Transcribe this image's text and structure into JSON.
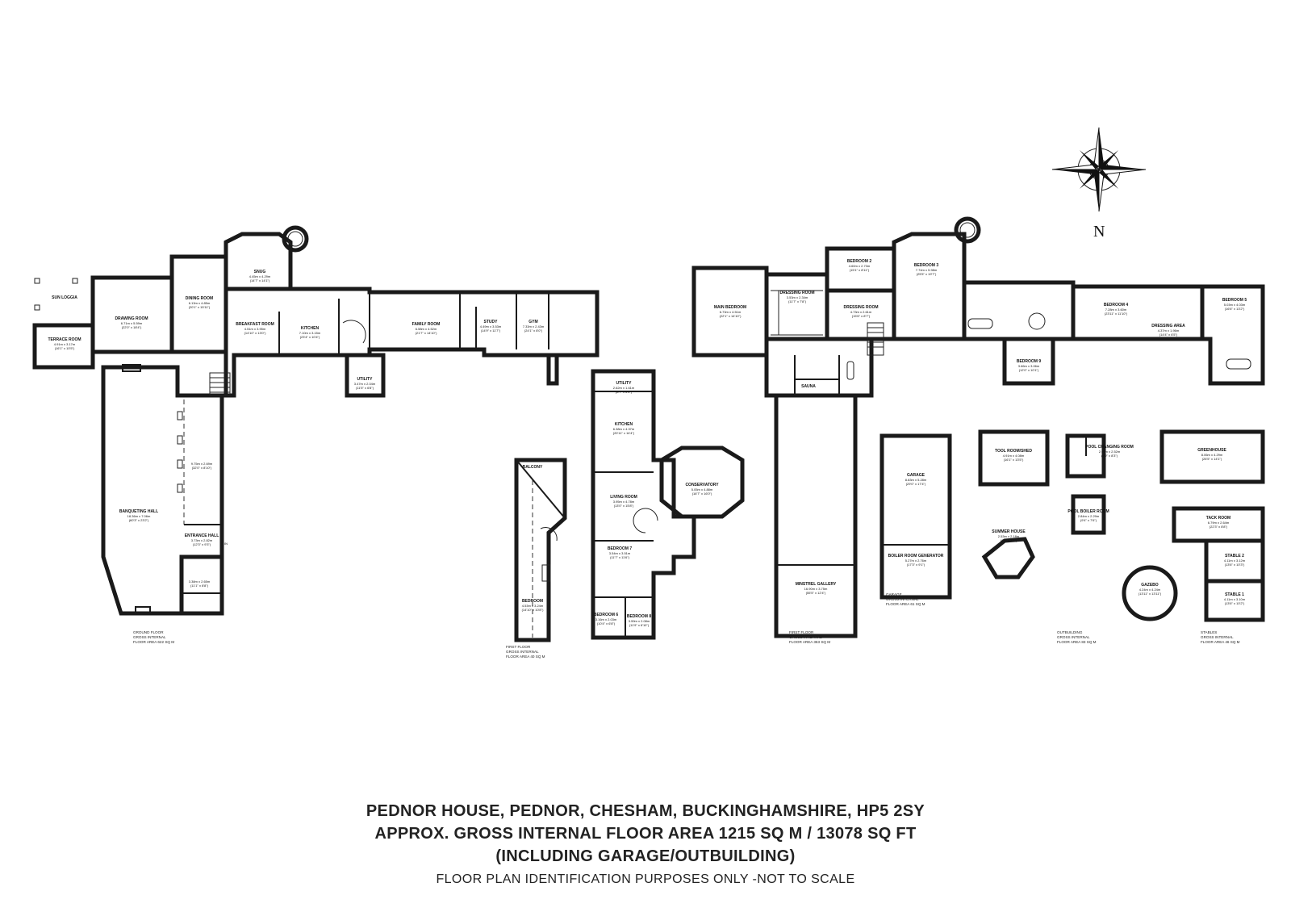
{
  "title": {
    "line1": "PEDNOR HOUSE, PEDNOR, CHESHAM, BUCKINGHAMSHIRE, HP5 2SY",
    "line2": "APPROX. GROSS INTERNAL FLOOR AREA 1215 SQ M / 13078 SQ FT",
    "line3": "(INCLUDING GARAGE/OUTBUILDING)",
    "disclaimer": "FLOOR PLAN IDENTIFICATION PURPOSES ONLY -NOT TO SCALE"
  },
  "compass": {
    "label": "N"
  },
  "entrance_label": "IN",
  "rooms": [
    {
      "name": "SUN LOGGIA",
      "dim": ""
    },
    {
      "name": "TERRACE ROOM",
      "dim": "4.91m x 3.17m (16'1\" x 10'5\")"
    },
    {
      "name": "DRAWING ROOM",
      "dim": "6.71m x 5.59m (22'0\" x 18'4\")"
    },
    {
      "name": "DINING ROOM",
      "dim": "6.13m x 4.85m (20'1\" x 15'11\")"
    },
    {
      "name": "SNUG",
      "dim": "4.45m x 4.29m (14'7\" x 14'1\")"
    },
    {
      "name": "BREAKFAST ROOM",
      "dim": "4.51m x 3.95m (14'10\" x 13'0\")"
    },
    {
      "name": "KITCHEN",
      "dim": "7.10m x 3.15m (23'4\" x 10'4\")"
    },
    {
      "name": "UTILITY",
      "dim": "3.47m x 2.04m (11'5\" x 6'8\")"
    },
    {
      "name": "FAMILY ROOM",
      "dim": "6.58m x 4.52m (21'7\" x 14'10\")"
    },
    {
      "name": "STUDY",
      "dim": "4.49m x 3.53m (14'9\" x 11'7\")"
    },
    {
      "name": "GYM",
      "dim": "7.33m x 2.43m (24'1\" x 8'0\")"
    },
    {
      "name": "BANQUETING HALL",
      "dim": "18.36m x 7.06m (60'3\" x 23'2\")"
    },
    {
      "name": "",
      "dim": "9.75m x 2.69m (32'0\" x 8'10\")"
    },
    {
      "name": "ENTRANCE HALL",
      "dim": "3.73m x 2.82m (12'3\" x 9'3\")"
    },
    {
      "name": "",
      "dim": "3.38m x 2.65m (11'1\" x 8'8\")"
    },
    {
      "name": "UTILITY",
      "dim": "2.62m x 1.61m (8'7\" x 5'3\")"
    },
    {
      "name": "KITCHEN",
      "dim": "6.38m x 4.37m (20'11\" x 14'4\")"
    },
    {
      "name": "CONSERVATORY",
      "dim": "5.05m x 4.88m (16'7\" x 16'0\")"
    },
    {
      "name": "LIVING ROOM",
      "dim": "3.95m x 4.78m (13'0\" x 15'8\")"
    },
    {
      "name": "BEDROOM 7",
      "dim": "3.54m x 3.51m (11'7\" x 11'6\")"
    },
    {
      "name": "BEDROOM 6",
      "dim": "3.16m x 2.03m (10'4\" x 6'8\")"
    },
    {
      "name": "BEDROOM 8",
      "dim": "3.59m x 2.08m (11'9\" x 6'10\")"
    },
    {
      "name": "BALCONY",
      "dim": ""
    },
    {
      "name": "BEDROOM",
      "dim": "4.53m x 3.24m (14'10\" x 10'8\")"
    },
    {
      "name": "MAIN BEDROOM",
      "dim": "6.73m x 4.51m (22'1\" x 14'10\")"
    },
    {
      "name": "DRESSING ROOM",
      "dim": "3.53m x 2.34m (11'7\" x 7'8\")"
    },
    {
      "name": "BEDROOM 2",
      "dim": "4.60m x 2.73m (15'1\" x 8'11\")"
    },
    {
      "name": "DRESSING ROOM",
      "dim": "4.73m x 2.61m (15'6\" x 8'7\")"
    },
    {
      "name": "BEDROOM 3",
      "dim": "7.74m x 5.98m (25'5\" x 19'7\")"
    },
    {
      "name": "BEDROOM 9",
      "dim": "3.66m x 3.06m (12'0\" x 10'1\")"
    },
    {
      "name": "BEDROOM 4",
      "dim": "7.28m x 3.60m (23'11\" x 11'10\")"
    },
    {
      "name": "DRESSING AREA",
      "dim": "4.37m x 1.96m (14'4\" x 6'5\")"
    },
    {
      "name": "BEDROOM 5",
      "dim": "5.03m x 4.03m (16'6\" x 13'2\")"
    },
    {
      "name": "SAUNA",
      "dim": ""
    },
    {
      "name": "MINSTREL GALLERY",
      "dim": "16.90m x 3.75m (55'5\" x 12'4\")"
    },
    {
      "name": "GARAGE",
      "dim": "8.83m x 5.28m (29'0\" x 17'4\")"
    },
    {
      "name": "BOILER ROOM GENERATOR",
      "dim": "5.27m x 2.76m (17'3\" x 9'1\")"
    },
    {
      "name": "TOOL ROOM/SHED",
      "dim": "4.91m x 4.08m (16'1\" x 13'5\")"
    },
    {
      "name": "POOL CHANGING ROOM",
      "dim": "2.97m x 2.52m (9'9\" x 8'3\")"
    },
    {
      "name": "GREENHOUSE",
      "dim": "8.06m x 4.29m (26'5\" x 14'1\")"
    },
    {
      "name": "POOL BOILER ROOM",
      "dim": "2.84m x 2.29m (9'4\" x 7'6\")"
    },
    {
      "name": "SUMMER HOUSE",
      "dim": "2.53m x 2.18m (8'4\" x 7'2\")"
    },
    {
      "name": "TACK ROOM",
      "dim": "6.79m x 2.64m (22'3\" x 8'8\")"
    },
    {
      "name": "STABLE 2",
      "dim": "4.11m x 3.12m (13'6\" x 10'3\")"
    },
    {
      "name": "STABLE 1",
      "dim": "4.11m x 3.10m (13'6\" x 10'2\")"
    },
    {
      "name": "GAZEBO",
      "dim": "4.24m x 4.24m (13'11\" x 13'11\")"
    }
  ],
  "floor_labels": [
    {
      "lines": [
        "GROUND FLOOR",
        "GROSS INTERNAL",
        "FLOOR AREA 622 SQ M"
      ]
    },
    {
      "lines": [
        "FIRST FLOOR",
        "GROSS INTERNAL",
        "FLOOR AREA 40 SQ M"
      ]
    },
    {
      "lines": [
        "FIRST FLOOR",
        "GROSS INTERNAL",
        "FLOOR AREA 363 SQ M"
      ]
    },
    {
      "lines": [
        "GARAGE",
        "GROSS INTERNAL",
        "FLOOR AREA 61 SQ M"
      ]
    },
    {
      "lines": [
        "OUTBUILDING",
        "GROSS INTERNAL",
        "FLOOR AREA 83 SQ M"
      ]
    },
    {
      "lines": [
        "STABLES",
        "GROSS INTERNAL",
        "FLOOR AREA 46 SQ M"
      ]
    }
  ]
}
